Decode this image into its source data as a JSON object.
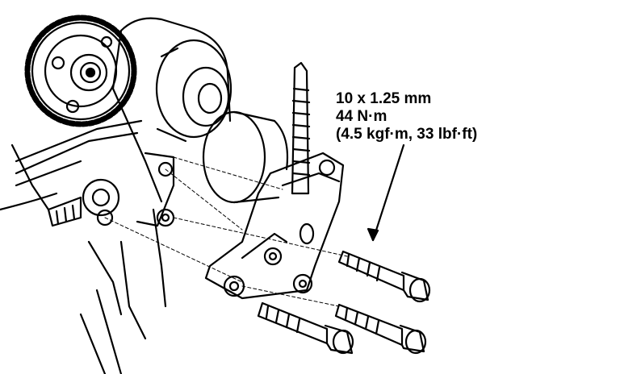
{
  "callout": {
    "size": "10 x 1.25 mm",
    "torque_nm": "44 N·m",
    "torque_alt": "(4.5 kgf·m, 33 lbf·ft)"
  },
  "colors": {
    "line": "#000000",
    "background": "#ffffff"
  }
}
